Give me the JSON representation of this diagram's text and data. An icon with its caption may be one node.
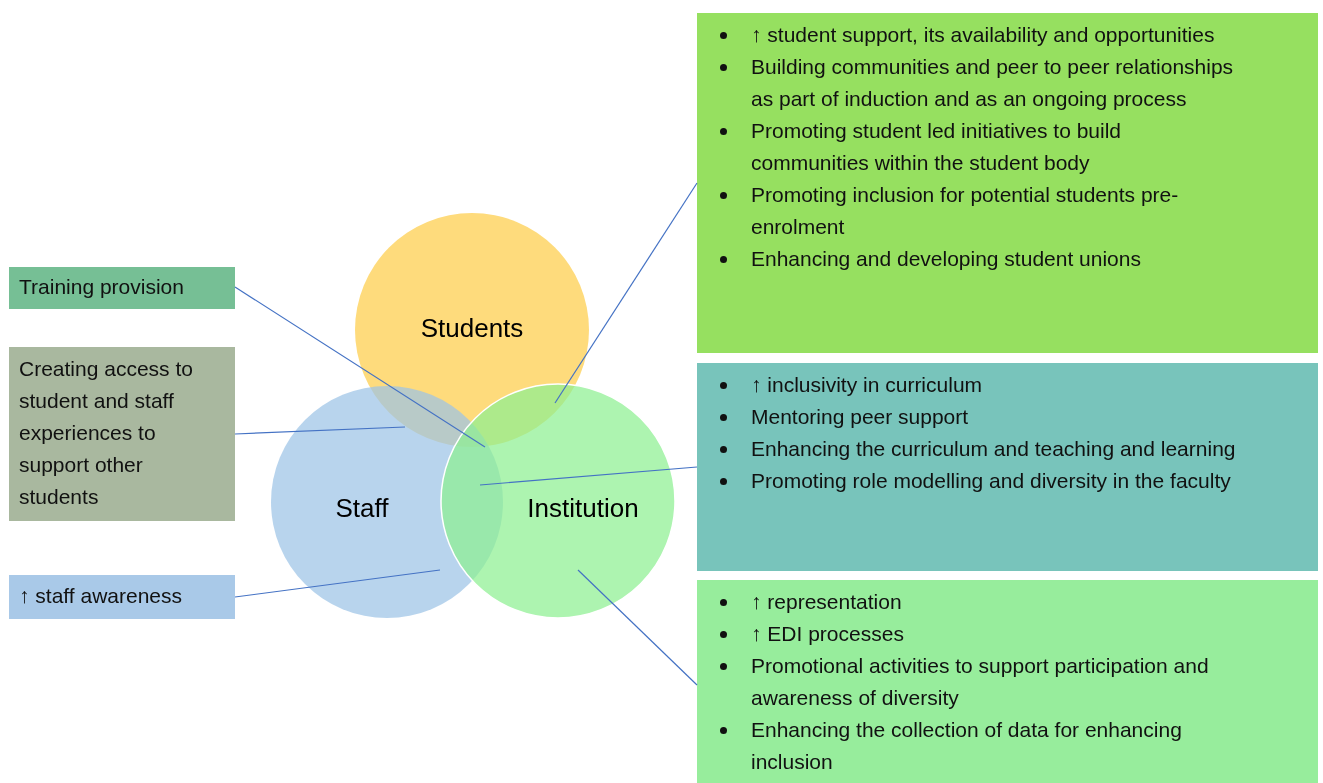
{
  "diagram": {
    "nodes": [
      {
        "text": [
          "Students"
        ]
      },
      {
        "text": [
          "Staff"
        ]
      },
      {
        "text": [
          "Institution"
        ]
      },
      {
        "text": [
          "Training provision"
        ]
      },
      {
        "text": [
          "Creating access to student and staff experiences to support other students"
        ]
      },
      {
        "text": [
          "↑ staff awareness"
        ]
      },
      {
        "text": [
          "↑ student support, its availability and opportunities",
          "Building communities and peer to peer relationships as part of induction and as an ongoing process",
          "Promoting student led initiatives to build communities within the student body",
          "Promoting inclusion for potential students pre-enrolment",
          "Enhancing and developing student unions"
        ]
      },
      {
        "text": [
          "↑ inclusivity in curriculum",
          "Mentoring peer support",
          "Enhancing the curriculum and teaching and learning",
          "Promoting role modelling and diversity in the faculty"
        ]
      },
      {
        "text": [
          "↑ representation",
          "↑ EDI processes",
          "Promotional activities to support participation and awareness of diversity",
          "Enhancing the collection of data for enhancing inclusion"
        ]
      }
    ],
    "edges": [
      {
        "from": 3,
        "to": 1,
        "arrow": "none"
      },
      {
        "from": 4,
        "to": 1,
        "arrow": "none"
      },
      {
        "from": 5,
        "to": 1,
        "arrow": "none"
      },
      {
        "from": 6,
        "to": 0,
        "arrow": "none"
      },
      {
        "from": 7,
        "to": 1,
        "arrow": "none"
      },
      {
        "from": 8,
        "to": 2,
        "arrow": "none"
      }
    ]
  }
}
